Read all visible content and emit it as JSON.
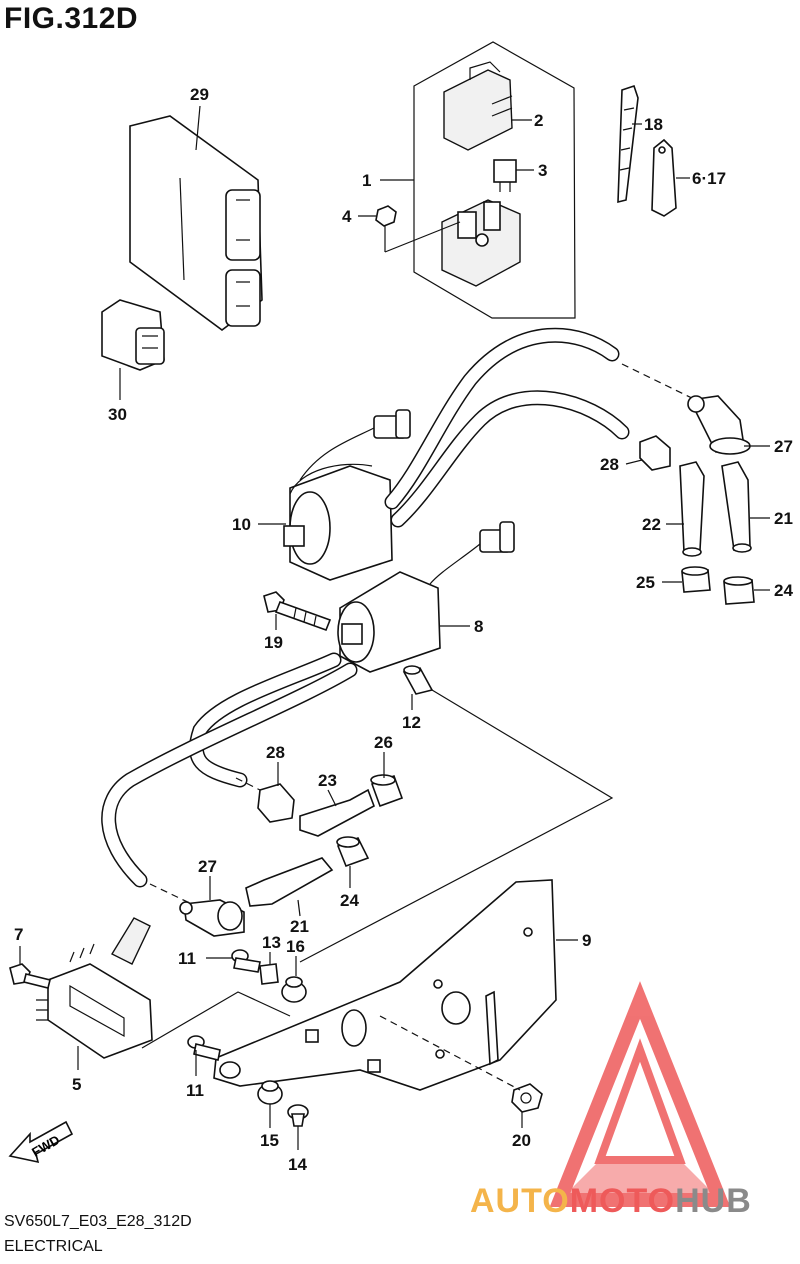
{
  "figure": {
    "title": "FIG.312D",
    "code": "SV650L7_E03_E28_312D",
    "section": "ELECTRICAL",
    "fwd_label": "FWD"
  },
  "watermark": {
    "part1": "AUTO",
    "part2": "MOTO",
    "part3": "HUB",
    "colors": {
      "red": "#ee5a5a",
      "orange": "#f4b44a",
      "gray": "#8a8a8a"
    }
  },
  "callouts": {
    "c1": "1",
    "c2": "2",
    "c3": "3",
    "c4": "4",
    "c5": "5",
    "c6_17": "6·17",
    "c7": "7",
    "c8": "8",
    "c9": "9",
    "c10": "10",
    "c11a": "11",
    "c11b": "11",
    "c12": "12",
    "c13": "13",
    "c14": "14",
    "c15": "15",
    "c16": "16",
    "c18": "18",
    "c19": "19",
    "c20": "20",
    "c21a": "21",
    "c21b": "21",
    "c22": "22",
    "c23": "23",
    "c24a": "24",
    "c24b": "24",
    "c25": "25",
    "c26": "26",
    "c27a": "27",
    "c27b": "27",
    "c28a": "28",
    "c28b": "28",
    "c29": "29",
    "c30": "30"
  }
}
